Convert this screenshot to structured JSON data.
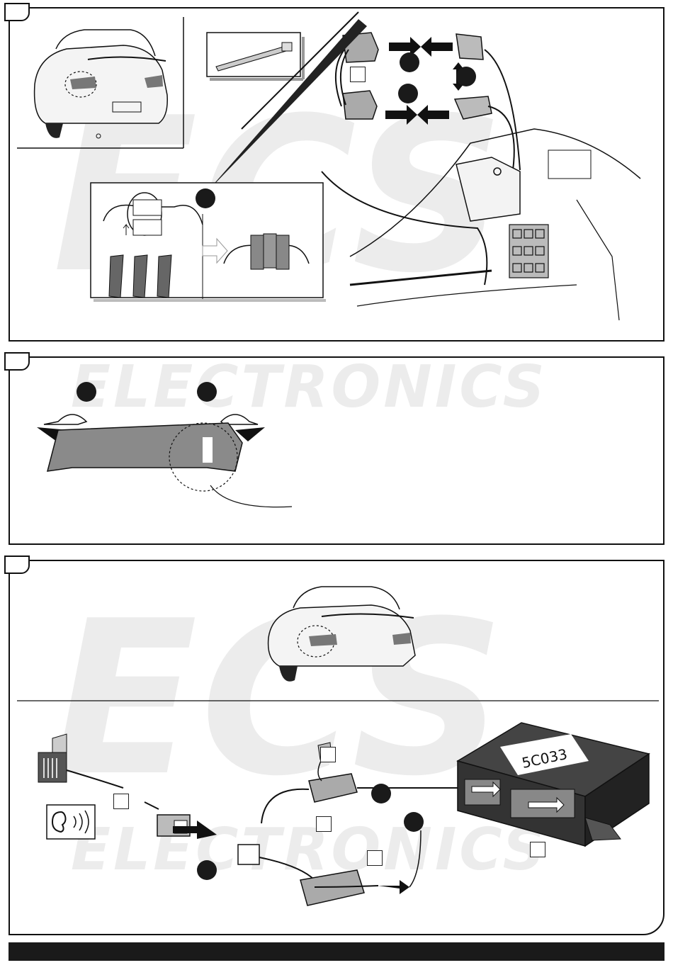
{
  "watermark": {
    "brand_text": "ELECTRONICS",
    "logo_letters": "ECS"
  },
  "panels": [
    {
      "name": "step-1",
      "tab_label": ""
    },
    {
      "name": "step-2",
      "tab_label": ""
    },
    {
      "name": "step-3",
      "tab_label": ""
    }
  ],
  "module": {
    "code": "5C033"
  },
  "icons": [
    "car-rear-icon",
    "cable-tie-icon",
    "connector-icon",
    "tape-strip-icon",
    "knife-icon",
    "screwdriver-icon",
    "buzzer-icon",
    "ear-icon",
    "control-module-icon"
  ],
  "colors": {
    "line": "#111111",
    "connector_fill": "#9a9a9a",
    "panel_bg": "#ffffff",
    "watermark": "#ececec"
  }
}
